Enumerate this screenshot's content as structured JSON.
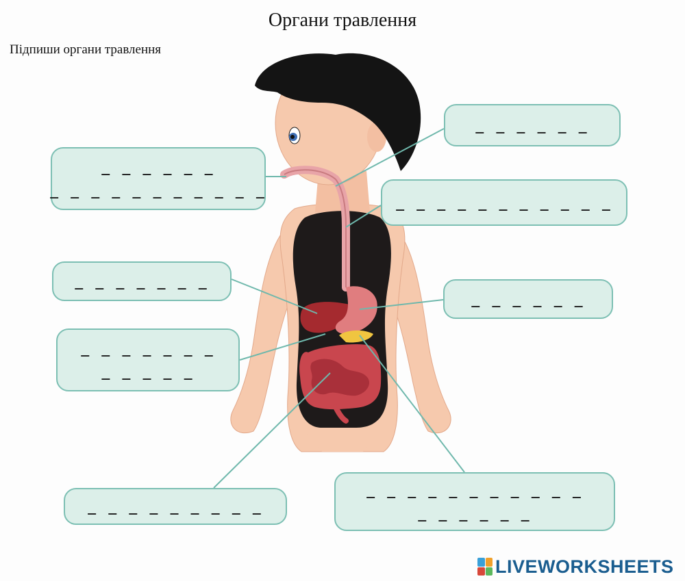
{
  "title": "Органи травлення",
  "instruction": "Підпиши органи травлення",
  "answer_boxes": [
    {
      "lines": [
        "_ _ _ _ _ _"
      ]
    },
    {
      "lines": [
        "_ _ _ _ _ _",
        "_ _ _ _ _ _ _ _ _ _ _"
      ]
    },
    {
      "lines": [
        "_ _ _ _ _ _ _ _ _ _ _"
      ]
    },
    {
      "lines": [
        "_ _ _ _ _ _ _"
      ]
    },
    {
      "lines": [
        "_ _ _ _ _ _"
      ]
    },
    {
      "lines": [
        "_ _ _ _ _ _ _",
        "_ _ _ _ _"
      ]
    },
    {
      "lines": [
        "_ _ _ _ _ _ _ _ _"
      ]
    },
    {
      "lines": [
        "_ _ _ _ _ _ _ _ _ _ _",
        "_ _ _ _ _ _"
      ]
    }
  ],
  "colors": {
    "box_fill": "#dcefe9",
    "box_border": "#7cbfb3",
    "leader_line": "#6fb8ac",
    "skin": "#f6c9ad",
    "hair": "#141414",
    "body_cavity": "#1e1a1a",
    "esophagus": "#e8a4a8",
    "liver": "#a52a2f",
    "stomach": "#e07d7f",
    "intestine": "#c9464e",
    "pancreas": "#f0c540"
  },
  "logo": {
    "text": "LIVEWORKSHEETS",
    "icon": "liveworksheets-logo-icon"
  }
}
